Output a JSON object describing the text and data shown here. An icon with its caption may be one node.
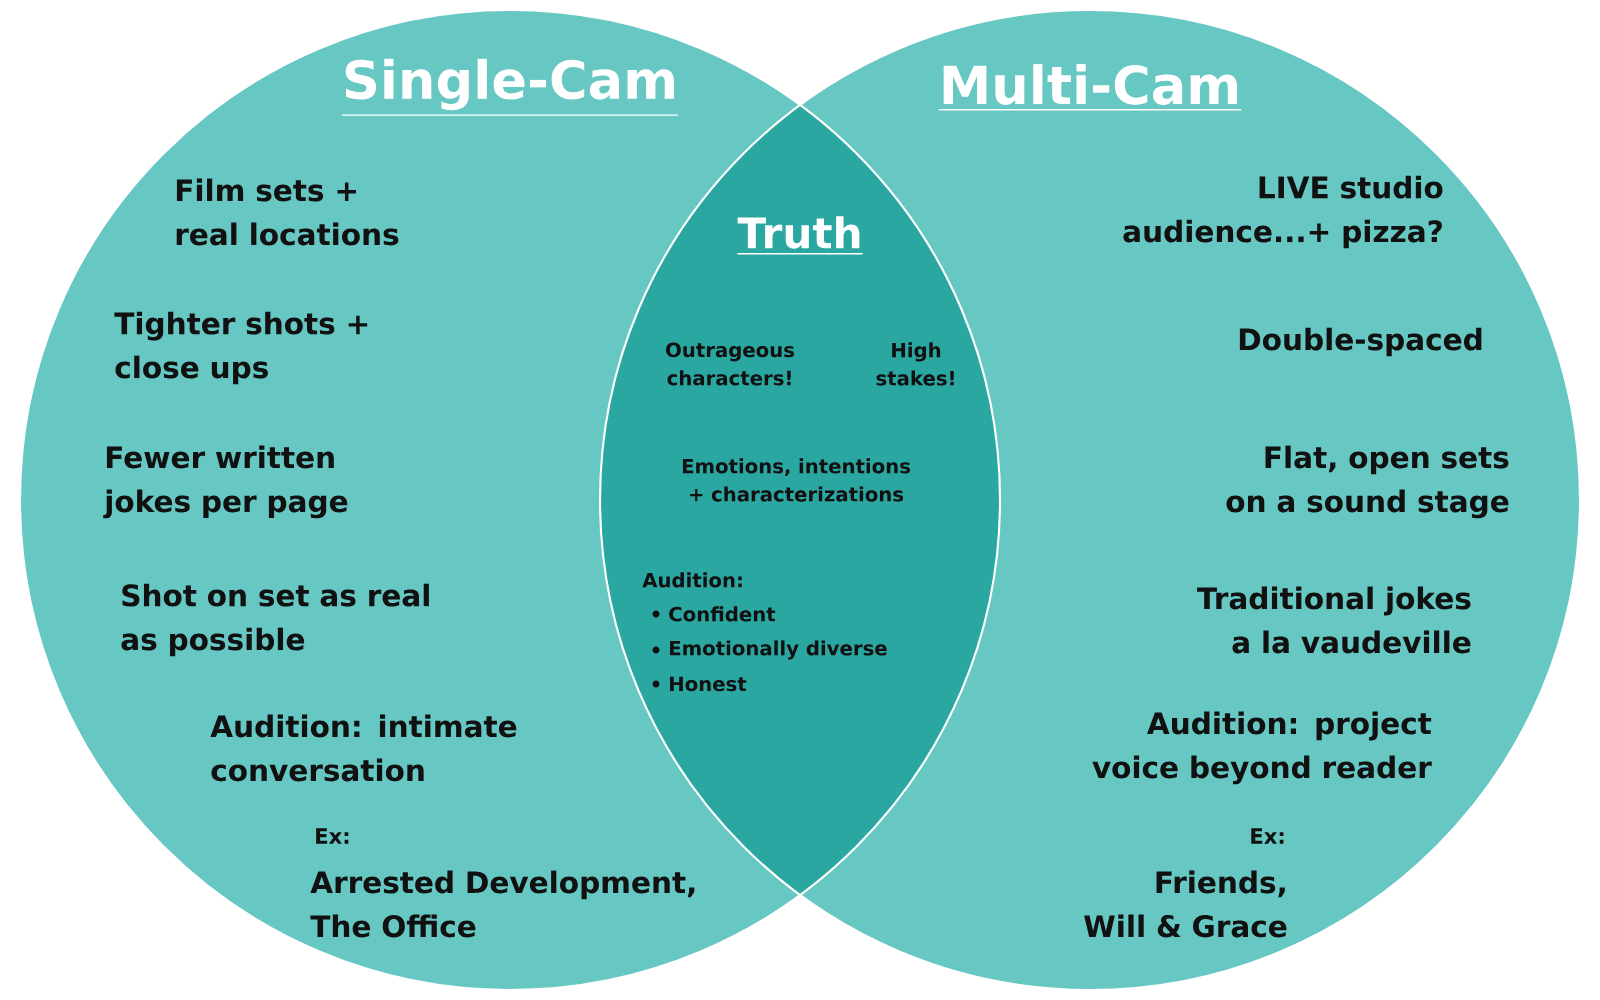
{
  "diagram": {
    "nodes": [
      {
        "text": [
          "Single-Cam"
        ]
      },
      {
        "text": [
          "Multi-Cam"
        ]
      }
    ],
    "labels": [
      "Film sets + real locations",
      "Tighter shots + close ups",
      "Fewer written jokes per page",
      "Shot on set as real as possible",
      "Audition: intimate conversation",
      "Ex:",
      "Arrested Development, The Office",
      "Truth",
      "Outrageous characters!",
      "High stakes!",
      "Emotions, intentions + characterizations",
      "Audition:",
      "Confident",
      "Emotionally diverse",
      "Honest",
      "LIVE studio audience...+ pizza?",
      "Double-spaced",
      "Flat, open sets on a sound stage",
      "Traditional jokes a la vaudeville",
      "Audition: project voice beyond reader",
      "Ex:",
      "Friends, Will & Grace"
    ]
  }
}
